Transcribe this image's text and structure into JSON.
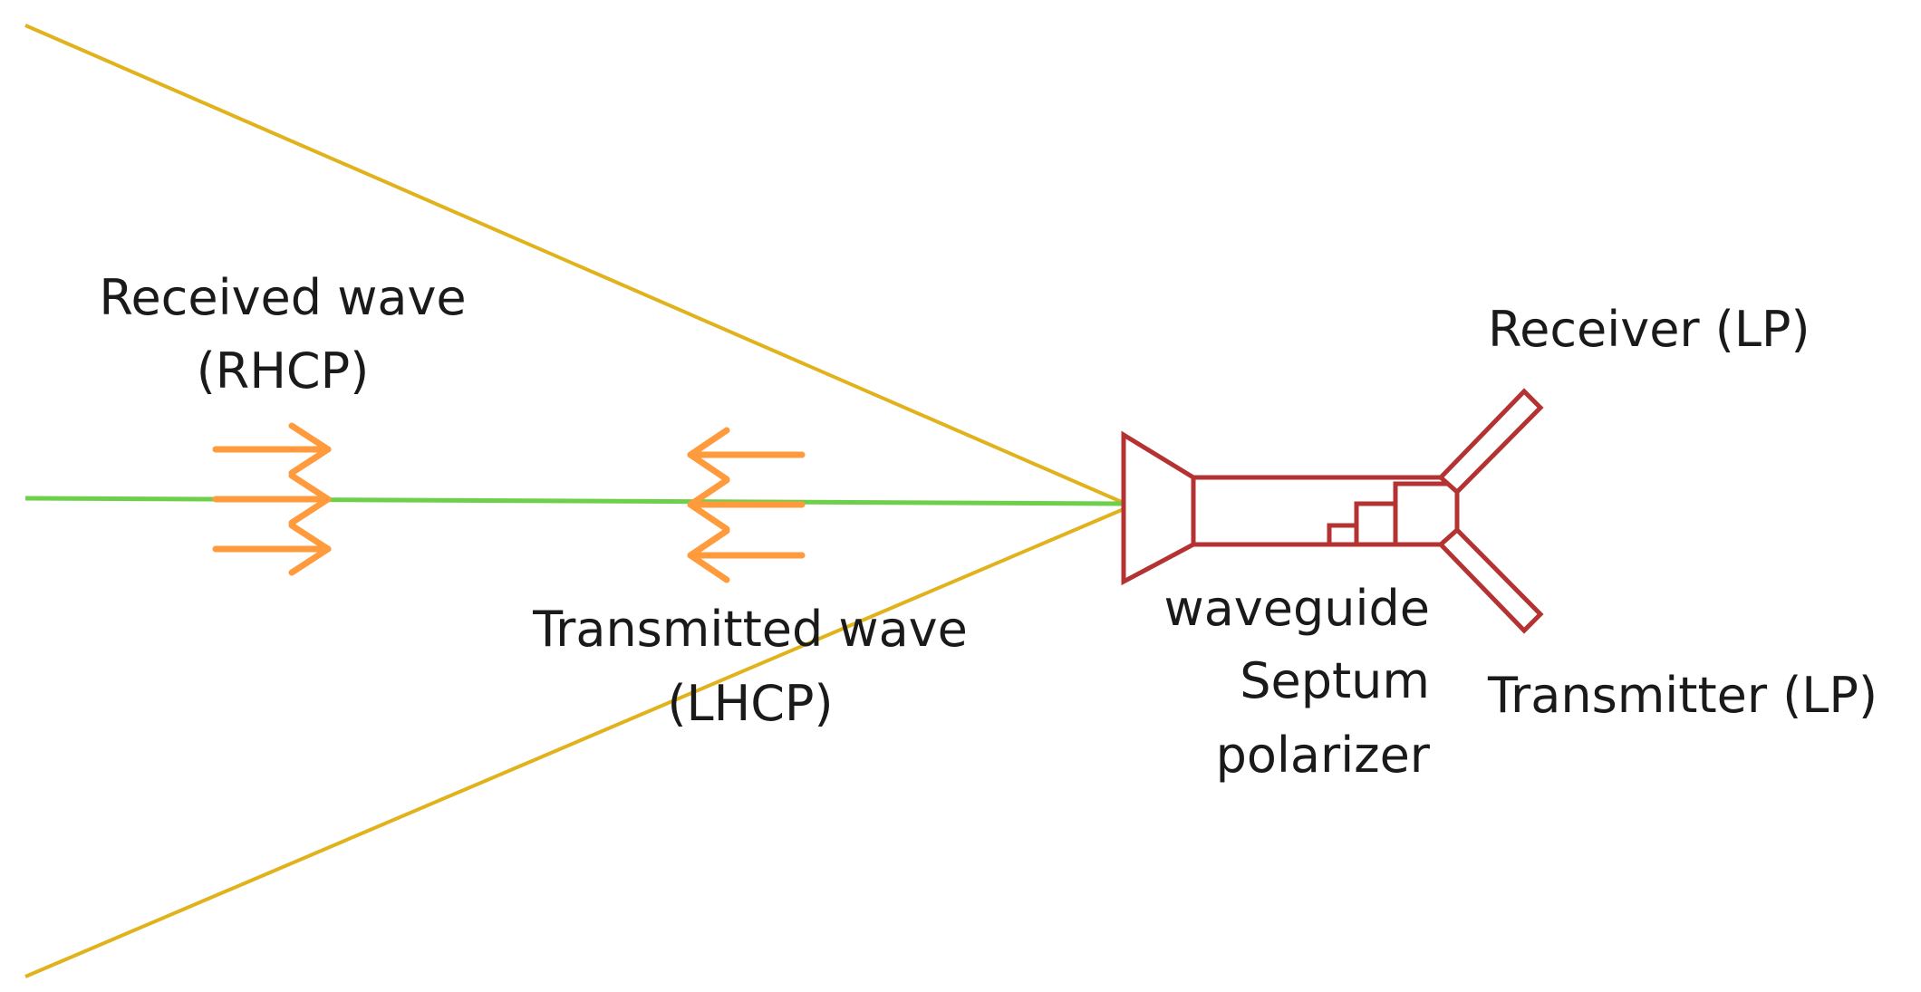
{
  "labels": {
    "received_line1": "Received wave",
    "received_line2": "(RHCP)",
    "transmitted_line1": "Transmitted wave",
    "transmitted_line2": "(LHCP)",
    "polarizer_line1": "waveguide",
    "polarizer_line2": "Septum",
    "polarizer_line3": "polarizer",
    "receiver": "Receiver (LP)",
    "transmitter": "Transmitter  (LP)"
  },
  "colors": {
    "beam_edges": "#e0b21c",
    "axis": "#6ed04a",
    "wave_arrows": "#ff9a3d",
    "polarizer": "#b53232",
    "text": "#1a1a1a"
  }
}
